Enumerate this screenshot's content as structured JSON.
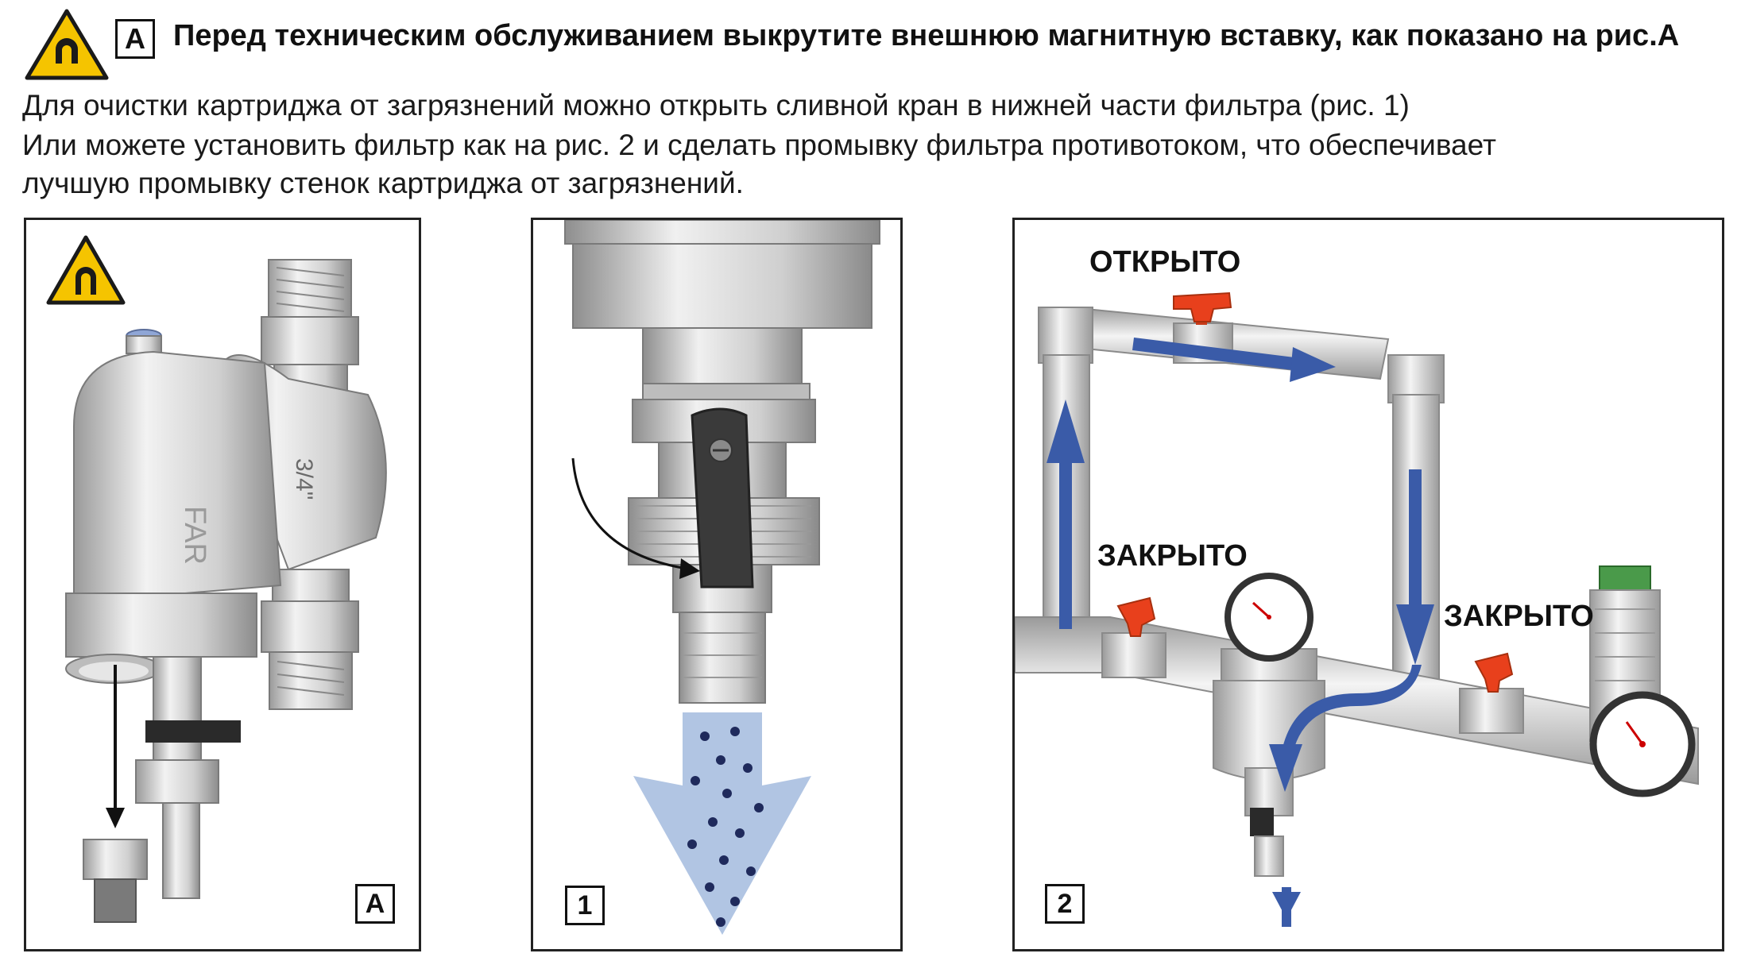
{
  "header": {
    "warning_icon": "magnet-warning-icon",
    "badge": "A",
    "title": "Перед техническим обслуживанием выкрутите внешнюю магнитную вставку, как показано на рис.А"
  },
  "intro": {
    "line1": "Для очистки картриджа от загрязнений можно открыть сливной кран в нижней части фильтра (рис. 1)",
    "line2": "Или можете установить фильтр как на рис. 2 и сделать промывку фильтра противотоком, что обеспечивает",
    "line3": "лучшую промывку стенок картриджа от загрязнений."
  },
  "panels": {
    "a": {
      "badge": "A",
      "filter_marking": "FAR",
      "size_marking": "3/4\""
    },
    "one": {
      "badge": "1"
    },
    "two": {
      "badge": "2",
      "label_open": "ОТКРЫТО",
      "label_closed_left": "ЗАКРЫТО",
      "label_closed_right": "ЗАКРЫТО"
    }
  },
  "colors": {
    "warning_yellow": "#f5c400",
    "flow_blue": "#3a5ba8",
    "valve_red": "#e8401c",
    "water_blue": "#9fb7dc",
    "handle_dark": "#2a2a2a"
  }
}
